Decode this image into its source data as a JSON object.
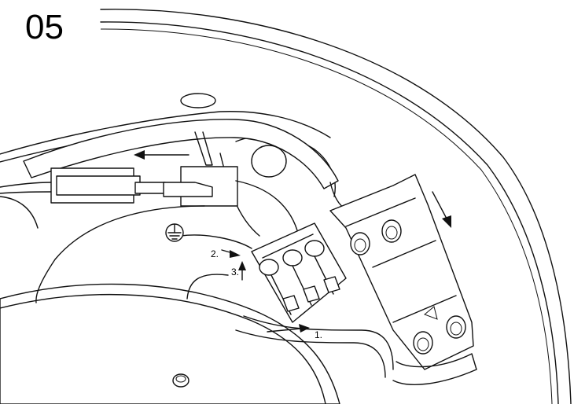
{
  "step_number": "05",
  "callouts": {
    "one": "1.",
    "two": "2.",
    "three": "3."
  },
  "icons": [
    "ground-symbol-icon",
    "arrow-left-icon",
    "arrow-down-icon",
    "arrow-right-icon",
    "arrow-up-icon"
  ],
  "colors": {
    "ink": "#111111",
    "paper": "#ffffff"
  }
}
